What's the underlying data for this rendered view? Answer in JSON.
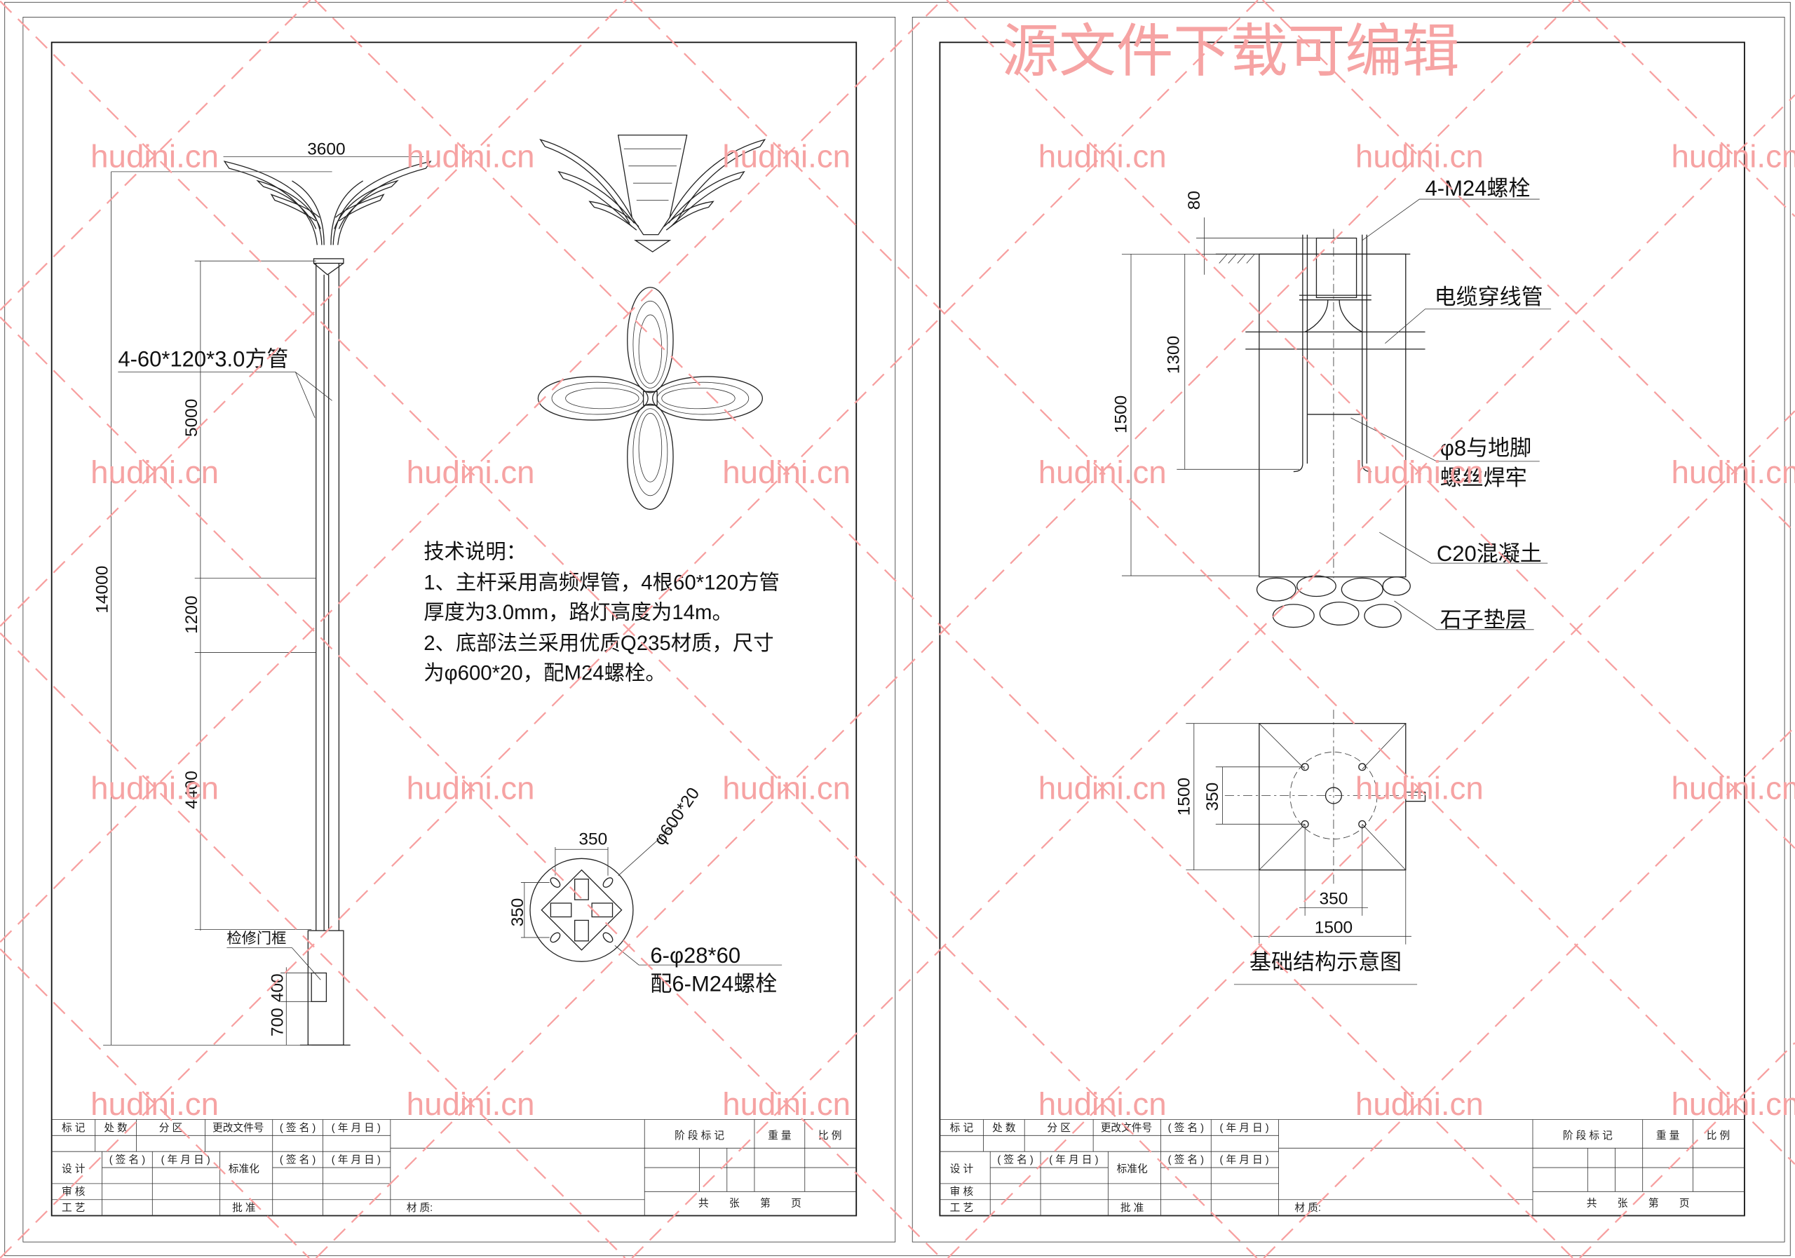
{
  "watermark": {
    "site": "hudini.cn",
    "banner": "源文件下载可编辑"
  },
  "left_sheet": {
    "pole": {
      "arm_span": "3600",
      "total_height": "14000",
      "upper_section": "5000",
      "middle_section": "1200",
      "lower_section": "4400",
      "door_height": "400",
      "door_offset": "700",
      "tube_label": "4-60*120*3.0方管",
      "door_label": "检修门框"
    },
    "notes": {
      "title": "技术说明：",
      "lines": [
        "1、主杆采用高频焊管，4根60*120方管",
        "厚度为3.0mm，路灯高度为14m。",
        "2、底部法兰采用优质Q235材质，尺寸",
        "为φ600*20，配M24螺栓。"
      ]
    },
    "base_plate": {
      "bolt_spacing_h": "350",
      "bolt_spacing_v": "350",
      "flange": "φ600*20",
      "holes": "6-φ28*60",
      "bolts": "配6-M24螺栓"
    }
  },
  "right_sheet": {
    "section": {
      "top_offset": "80",
      "bolt_depth": "1300",
      "depth": "1500",
      "anchor_bolts": "4-M24螺栓",
      "cable_pipe": "电缆穿线管",
      "weld_line1": "φ8与地脚",
      "weld_line2": "螺丝焊牢",
      "concrete": "C20混凝土",
      "gravel": "石子垫层"
    },
    "plan": {
      "side_v": "1500",
      "bolt_v": "350",
      "bolt_h": "350",
      "side_h": "1500",
      "title": "基础结构示意图"
    }
  },
  "title_block": {
    "mark": "标 记",
    "count": "处 数",
    "zone": "分 区",
    "change_doc": "更改文件号",
    "signature": "( 签 名 )",
    "date": "( 年 月 日 )",
    "design": "设 计",
    "standardize": "标准化",
    "review": "审 核",
    "process": "工 艺",
    "approve": "批 准",
    "material": "材 质:",
    "stage_mark": "阶 段 标 记",
    "weight": "重 量",
    "scale": "比 例",
    "sheets": "共　　张　　第　　页"
  }
}
